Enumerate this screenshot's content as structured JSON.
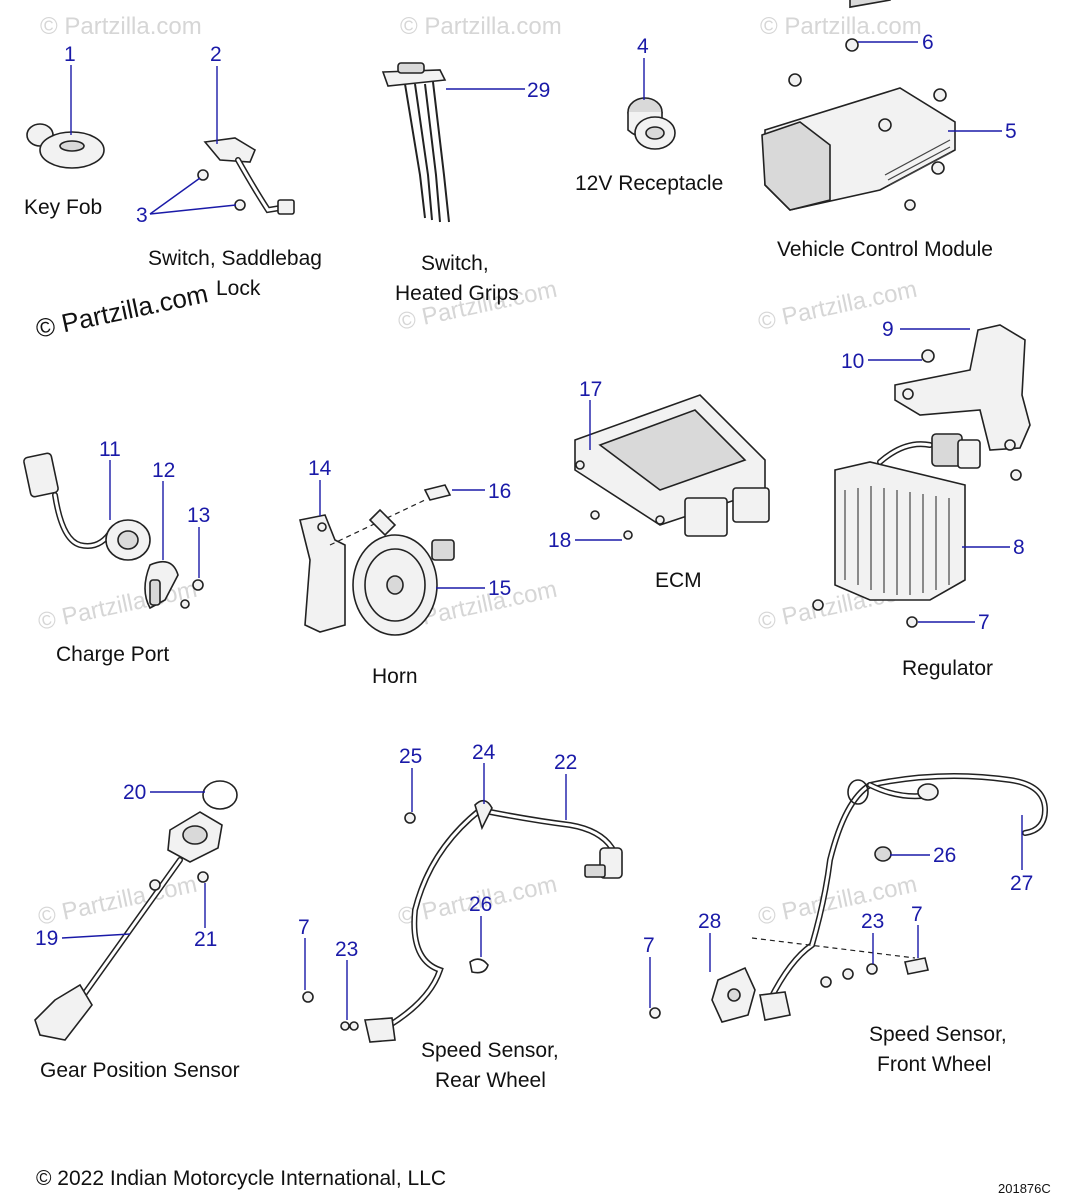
{
  "captions": {
    "key_fob": "Key Fob",
    "saddlebag_switch_line1": "Switch, Saddlebag",
    "saddlebag_switch_line2": "Lock",
    "heated_grips_line1": "Switch,",
    "heated_grips_line2": "Heated Grips",
    "receptacle": "12V Receptacle",
    "vcm": "Vehicle Control Module",
    "charge_port": "Charge Port",
    "horn": "Horn",
    "ecm": "ECM",
    "regulator": "Regulator",
    "gear_sensor": "Gear Position Sensor",
    "rear_speed_line1": "Speed Sensor,",
    "rear_speed_line2": "Rear Wheel",
    "front_speed_line1": "Speed Sensor,",
    "front_speed_line2": "Front Wheel"
  },
  "callouts": {
    "c1": "1",
    "c2": "2",
    "c3": "3",
    "c4": "4",
    "c5": "5",
    "c6": "6",
    "c7a": "7",
    "c7b": "7",
    "c7c": "7",
    "c7d": "7",
    "c8": "8",
    "c9": "9",
    "c10": "10",
    "c11": "11",
    "c12": "12",
    "c13": "13",
    "c14": "14",
    "c15": "15",
    "c16": "16",
    "c17": "17",
    "c18": "18",
    "c19": "19",
    "c20": "20",
    "c21": "21",
    "c22": "22",
    "c23a": "23",
    "c23b": "23",
    "c24": "24",
    "c25": "25",
    "c26a": "26",
    "c26b": "26",
    "c27": "27",
    "c28": "28",
    "c29": "29"
  },
  "watermark": {
    "main": "© Partzilla.com",
    "faint": "© Partzilla.com"
  },
  "footer": {
    "copyright": "© 2022 Indian Motorcycle International, LLC",
    "diagram_id": "201876C"
  }
}
